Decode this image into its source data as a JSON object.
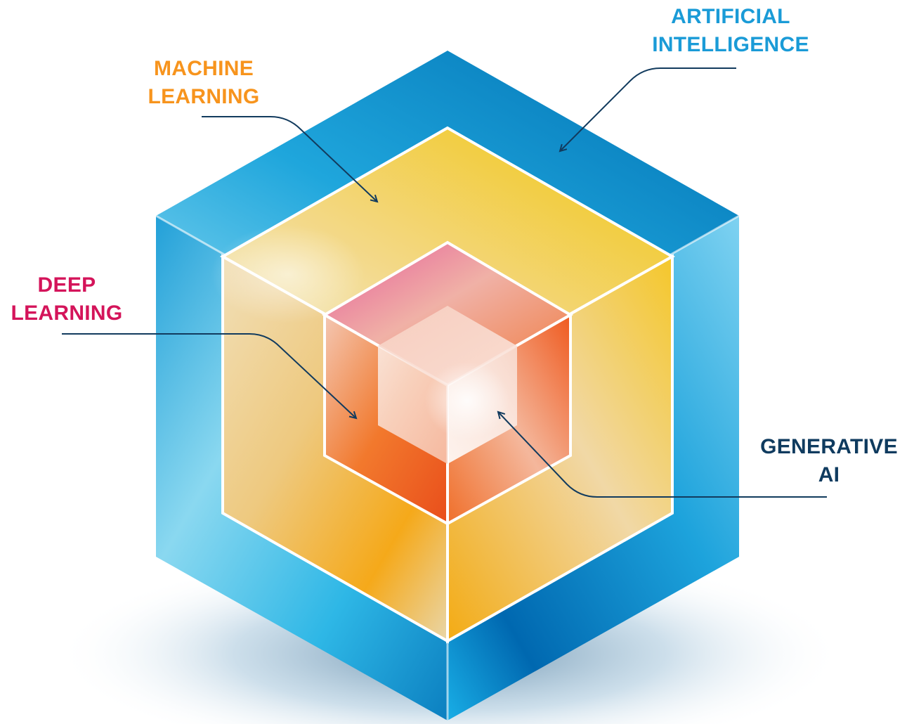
{
  "labels": {
    "artificial_intelligence": {
      "line1": "ARTIFICIAL",
      "line2": "INTELLIGENCE",
      "color": "#1a9bd7"
    },
    "machine_learning": {
      "line1": "MACHINE",
      "line2": "LEARNING",
      "color": "#f7941d"
    },
    "deep_learning": {
      "line1": "DEEP",
      "line2": "LEARNING",
      "color": "#d4145a"
    },
    "generative_ai": {
      "line1": "GENERATIVE",
      "line2": "AI",
      "color": "#0f3b5f"
    }
  },
  "colors": {
    "outer_cube": "#1ba1dc",
    "middle_cube": "#f5b914",
    "inner_cube": "#f26b21",
    "core_cube": "#fbe3dc",
    "pointer_lines": "#123b5e"
  }
}
